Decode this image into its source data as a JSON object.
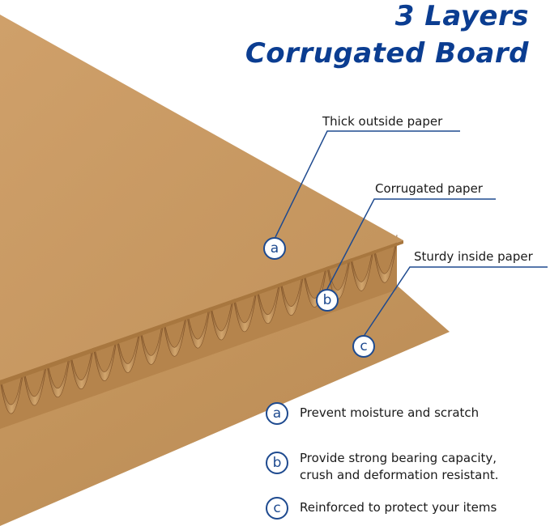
{
  "title": {
    "line1": "3 Layers",
    "line2": "Corrugated Board"
  },
  "callouts": [
    {
      "marker": "a",
      "label": "Thick outside paper"
    },
    {
      "marker": "b",
      "label": "Corrugated paper"
    },
    {
      "marker": "c",
      "label": "Sturdy inside paper"
    }
  ],
  "features": [
    {
      "marker": "a",
      "line1": "Prevent moisture and scratch",
      "line2": ""
    },
    {
      "marker": "b",
      "line1": "Provide strong bearing capacity,",
      "line2": "crush and deformation resistant."
    },
    {
      "marker": "c",
      "line1": "Reinforced to protect your items",
      "line2": ""
    }
  ],
  "colors": {
    "brand_blue": "#0b3d91",
    "accent_blue": "#1e4a8f",
    "kraft": "#c79a63",
    "kraft_dark": "#a9773f"
  }
}
